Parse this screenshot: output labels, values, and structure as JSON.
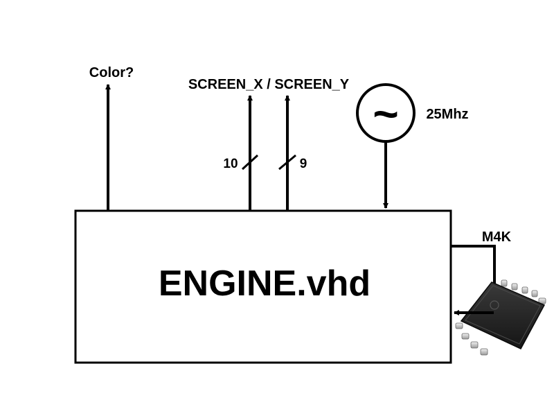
{
  "engine": {
    "label": "ENGINE.vhd"
  },
  "outputs": {
    "color_label": "Color?",
    "screen_label": "SCREEN_X / SCREEN_Y",
    "screen_x_width": "10",
    "screen_y_width": "9"
  },
  "clock": {
    "symbol": "~",
    "label": "25Mhz"
  },
  "memory": {
    "label": "M4K"
  }
}
